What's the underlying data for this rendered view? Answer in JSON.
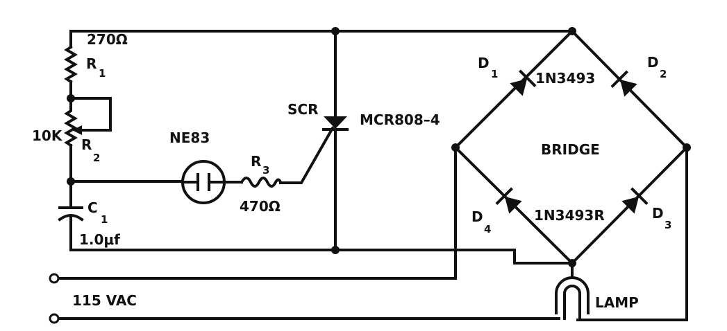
{
  "labels": {
    "r1_value": "270Ω",
    "r1_letter": "R",
    "r1_sub": "1",
    "r2_value": "10K",
    "r2_letter": "R",
    "r2_sub": "2",
    "neon": "NE83",
    "r3_letter": "R",
    "r3_sub": "3",
    "r3_value": "470Ω",
    "scr": "SCR",
    "scr_part": "MCR808–4",
    "c1_letter": "C",
    "c1_sub": "1",
    "c1_value": "1.0μf",
    "d1_letter": "D",
    "d1_sub": "1",
    "d2_letter": "D",
    "d2_sub": "2",
    "d3_letter": "D",
    "d3_sub": "3",
    "d4_letter": "D",
    "d4_sub": "4",
    "diode_top": "1N3493",
    "diode_bottom": "1N3493R",
    "bridge": "BRIDGE",
    "supply": "115 VAC",
    "lamp": "LAMP"
  }
}
